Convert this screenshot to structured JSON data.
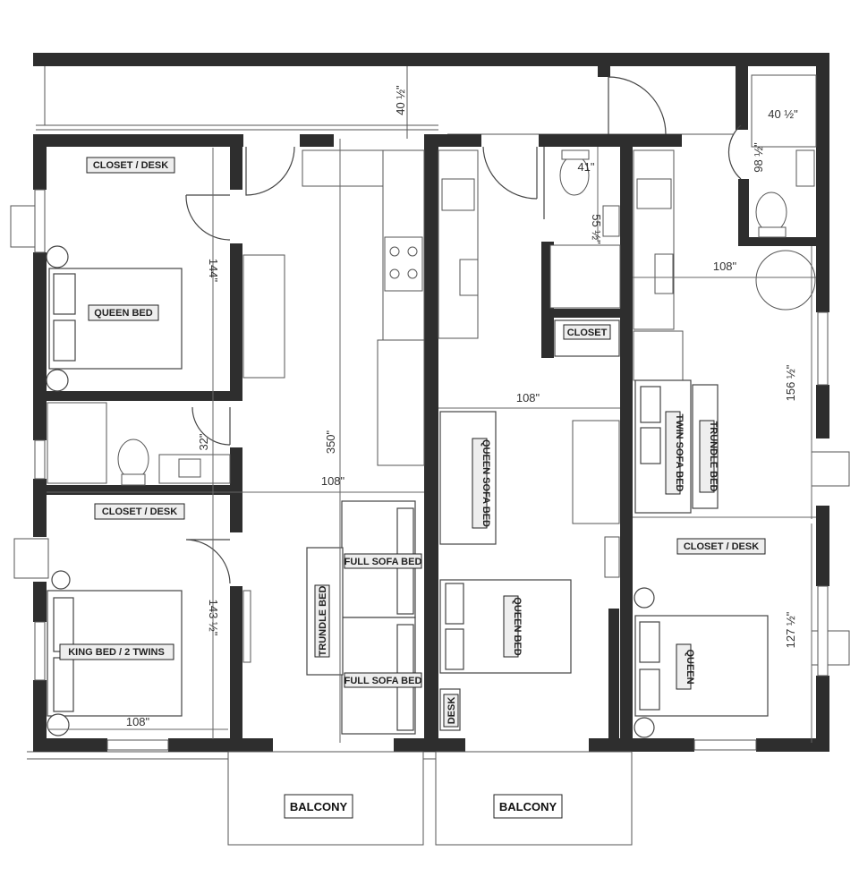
{
  "rooms": {
    "closet_desk_1": "CLOSET / DESK",
    "queen_bed_1": "QUEEN BED",
    "closet_desk_2": "CLOSET / DESK",
    "king_bed": "KING BED / 2 TWINS",
    "full_sofa_1": "FULL SOFA BED",
    "full_sofa_2": "FULL SOFA BED",
    "trundle_1": "TRUNDLE BED",
    "queen_sofa": "QUEEN SOFA BED",
    "queen_bed_2": "QUEEN BED",
    "desk": "DESK",
    "closet_mid": "CLOSET",
    "twin_sofa": "TWIN SOFA BED",
    "trundle_2": "TRUNDLE BED",
    "closet_desk_3": "CLOSET / DESK",
    "queen_3": "QUEEN"
  },
  "balconies": {
    "left": "BALCONY",
    "right": "BALCONY"
  },
  "dimensions": {
    "d_40a": "40 ½\"",
    "d_40b": "40 ½\"",
    "d_144": "144\"",
    "d_350": "350\"",
    "d_108_left": "108\"",
    "d_32": "32\"",
    "d_143": "143 ½\"",
    "d_108_bottom": "108\"",
    "d_41": "41\"",
    "d_55": "55 ½\"",
    "d_108_mid": "108\"",
    "d_98": "98 ½\"",
    "d_108_right": "108\"",
    "d_156": "156 ½\"",
    "d_127": "127 ½\""
  },
  "colors": {
    "wall": "#2e2e2e",
    "line": "#555555",
    "label_box": "#eeeeee"
  }
}
